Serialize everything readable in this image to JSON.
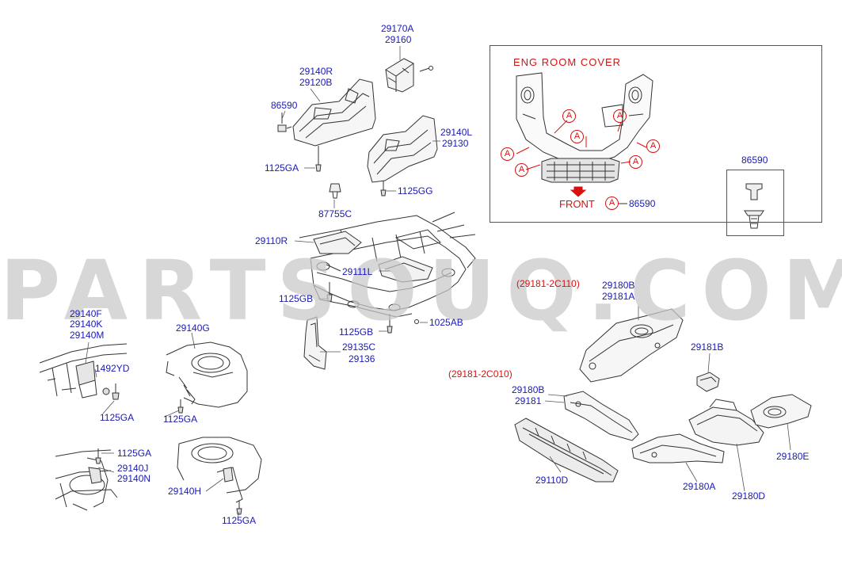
{
  "watermark": "PARTSOUQ.COM",
  "inset": {
    "title": "ENG  ROOM  COVER",
    "front_label": "FRONT",
    "marker_letter": "A",
    "marker_part": "86590"
  },
  "rivet_box_label": "86590",
  "labels": {
    "l29170a": "29170A",
    "l29160": "29160",
    "l29140r": "29140R",
    "l29120b": "29120B",
    "l86590_top": "86590",
    "l1125ga_top": "1125GA",
    "l29140l": "29140L",
    "l29130": "29130",
    "l1125gg": "1125GG",
    "l87755c": "87755C",
    "l29110r": "29110R",
    "l29111l": "29111L",
    "l1125gb_a": "1125GB",
    "l1125gb_b": "1125GB",
    "l1025ab": "1025AB",
    "l29135c": "29135C",
    "l29136": "29136",
    "l29140f": "29140F",
    "l29140k": "29140K",
    "l29140m": "29140M",
    "l1492yd": "1492YD",
    "l1125ga_left": "1125GA",
    "l29140g": "29140G",
    "l1125ga_mid": "1125GA",
    "l1125ga_low": "1125GA",
    "l29140j": "29140J",
    "l29140n": "29140N",
    "l29140h": "29140H",
    "l1125ga_bot": "1125GA",
    "l29181_2c110": "(29181-2C110)",
    "l29180b_a": "29180B",
    "l29181a": "29181A",
    "l29181b": "29181B",
    "l29181_2c010": "(29181-2C010)",
    "l29180b_b": "29180B",
    "l29181": "29181",
    "l29110d": "29110D",
    "l29180a": "29180A",
    "l29180d": "29180D",
    "l29180e": "29180E"
  },
  "colors": {
    "label_blue": "#1a1ab4",
    "label_red": "#d81010",
    "line": "#333333"
  }
}
